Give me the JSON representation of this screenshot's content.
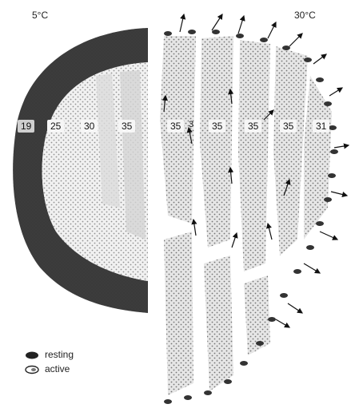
{
  "left_panel": {
    "temperature": "5°C",
    "zones": [
      "19",
      "25",
      "30",
      "35"
    ]
  },
  "right_panel": {
    "temperature": "30°C",
    "zones": [
      "35",
      "35",
      "35",
      "35",
      "31"
    ],
    "small_number": "3"
  },
  "legend": {
    "items": [
      {
        "label": "resting",
        "icon": "resting-bee-icon"
      },
      {
        "label": "active",
        "icon": "active-bee-icon"
      }
    ]
  },
  "colors": {
    "background": "#ffffff",
    "ink": "#1a1a1a",
    "comb_fill": "#e9e9e9",
    "dark_shell": "#3a3a3a"
  }
}
